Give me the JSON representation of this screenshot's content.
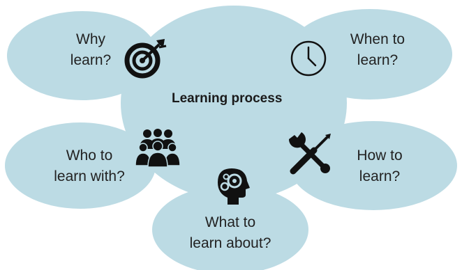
{
  "diagram": {
    "center": {
      "label": "Learning process"
    },
    "nodes": [
      {
        "id": "why",
        "line1": "Why",
        "line2": "learn?",
        "icon": "target-icon"
      },
      {
        "id": "when",
        "line1": "When to",
        "line2": "learn?",
        "icon": "clock-icon"
      },
      {
        "id": "who",
        "line1": "Who to",
        "line2": "learn with?",
        "icon": "people-group-icon"
      },
      {
        "id": "how",
        "line1": "How to",
        "line2": "learn?",
        "icon": "tools-icon"
      },
      {
        "id": "what",
        "line1": "What to",
        "line2": "learn about?",
        "icon": "head-gears-icon"
      }
    ],
    "colors": {
      "bubble": "#bcdbe4",
      "icon": "#111111",
      "text": "#222222"
    }
  }
}
